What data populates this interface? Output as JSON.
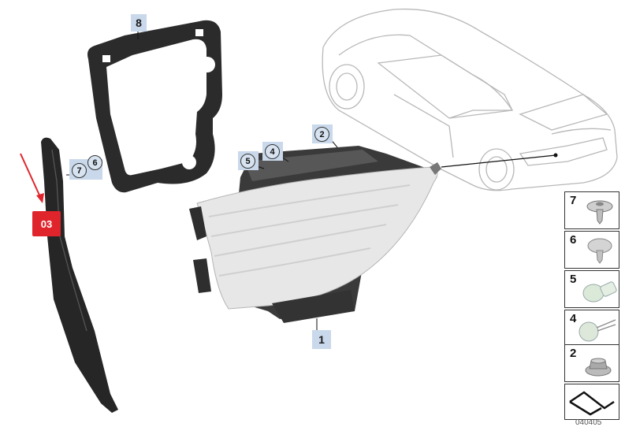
{
  "diagram": {
    "callouts": {
      "part_1": "1",
      "part_2": "2",
      "part_4": "4",
      "part_5": "5",
      "part_6": "6",
      "part_7": "7",
      "part_8": "8"
    },
    "highlight_badge": "03",
    "legend": [
      {
        "number": "7",
        "icon": "push-rivet-icon"
      },
      {
        "number": "6",
        "icon": "mushroom-clip-icon"
      },
      {
        "number": "5",
        "icon": "wedge-bulb-icon"
      },
      {
        "number": "4",
        "icon": "bulb-with-wires-icon"
      },
      {
        "number": "2",
        "icon": "flange-nut-icon"
      }
    ],
    "footer_code": "040405",
    "colors": {
      "badge_red": "#e0242c",
      "callout_fill": "#c9d8ea",
      "part_dark": "#2a2a2a",
      "lens_light": "#e6e6e6"
    }
  }
}
